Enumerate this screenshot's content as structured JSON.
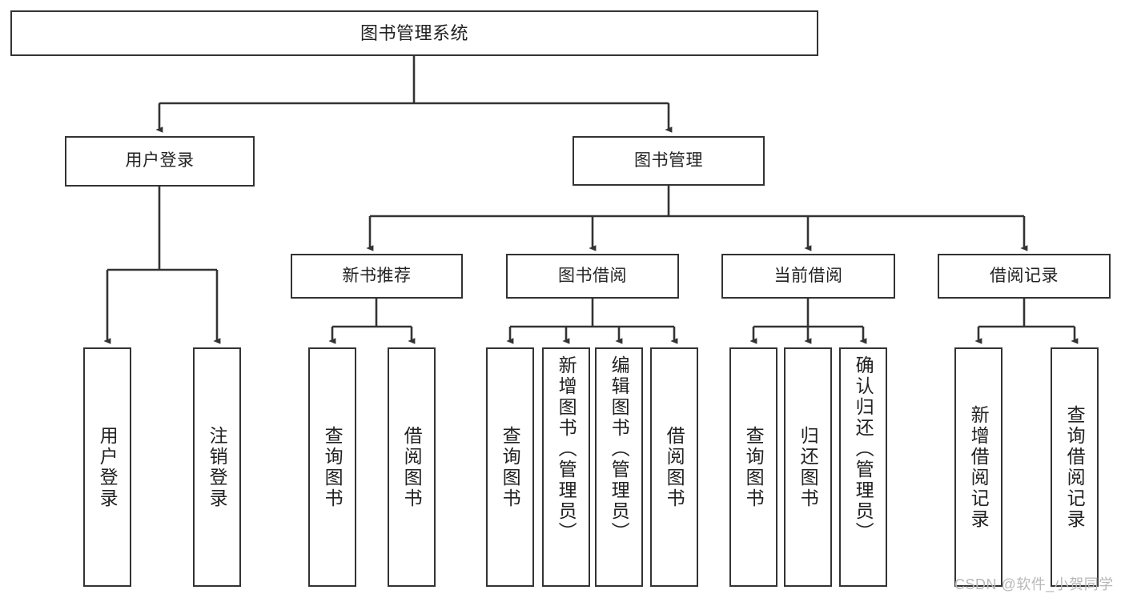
{
  "diagram": {
    "title": "图书管理系统",
    "type": "tree-structure-chart",
    "colors": {
      "box_border": "#333333",
      "box_fill": "#ffffff",
      "edge": "#333333",
      "text": "#222222",
      "watermark": "#b8b8b8",
      "background": "#ffffff"
    }
  },
  "root": {
    "label": "图书管理系统"
  },
  "level2": [
    {
      "label": "用户登录"
    },
    {
      "label": "图书管理"
    }
  ],
  "level3": [
    {
      "label": "新书推荐"
    },
    {
      "label": "图书借阅"
    },
    {
      "label": "当前借阅"
    },
    {
      "label": "借阅记录"
    }
  ],
  "leaves": {
    "user_login": [
      {
        "label": "用户登录"
      },
      {
        "label": "注销登录"
      }
    ],
    "new_book_recommend": [
      {
        "label": "查询图书"
      },
      {
        "label": "借阅图书"
      }
    ],
    "book_borrow": [
      {
        "label": "查询图书"
      },
      {
        "label": "新增图书（管理员）"
      },
      {
        "label": "编辑图书（管理员）"
      },
      {
        "label": "借阅图书"
      }
    ],
    "current_borrow": [
      {
        "label": "查询图书"
      },
      {
        "label": "归还图书"
      },
      {
        "label": "确认归还（管理员）"
      }
    ],
    "borrow_record": [
      {
        "label": "新增借阅记录"
      },
      {
        "label": "查询借阅记录"
      }
    ]
  },
  "watermark": {
    "text": "CSDN @软件_小贺同学"
  }
}
